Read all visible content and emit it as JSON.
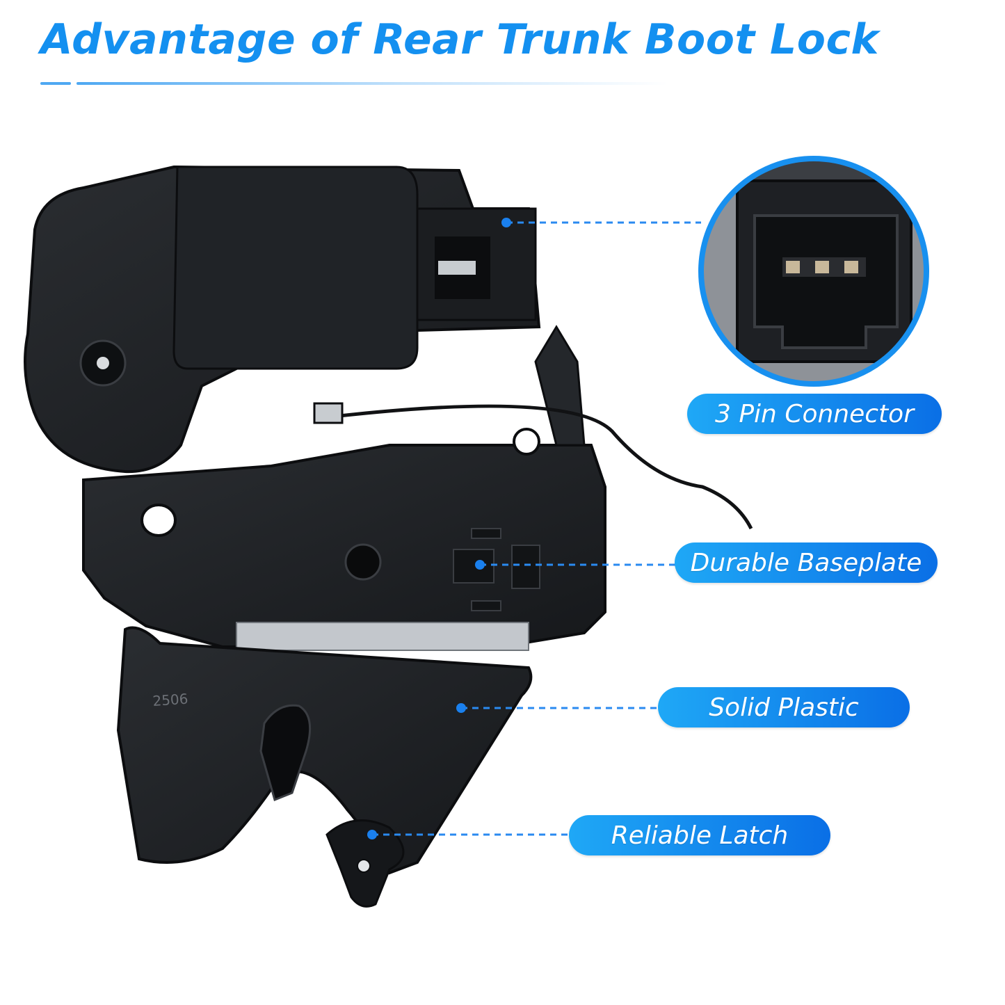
{
  "title": "Advantage of Rear Trunk Boot Lock",
  "colors": {
    "accent": "#1490f0",
    "callout_start": "#1fa8f6",
    "callout_end": "#0a6fe6",
    "product": "#1d1f22"
  },
  "product_part_marking": "2506",
  "callouts": [
    {
      "label": "3 Pin Connector"
    },
    {
      "label": "Durable Baseplate"
    },
    {
      "label": "Solid Plastic"
    },
    {
      "label": "Reliable Latch"
    }
  ]
}
